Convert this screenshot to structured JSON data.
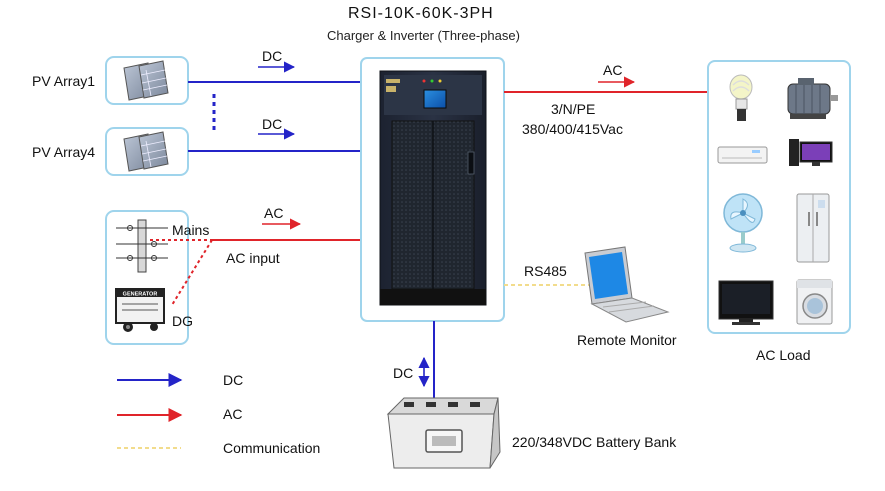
{
  "header": {
    "title": "RSI-10K-60K-3PH",
    "subtitle": "Charger & Inverter (Three-phase)"
  },
  "sources": {
    "pv1_label": "PV Array1",
    "pv4_label": "PV Array4",
    "mains_label": "Mains",
    "dg_label": "DG",
    "generator_plate": "GENERATOR"
  },
  "links": {
    "dc_top": "DC",
    "dc_mid": "DC",
    "ac_in_arrow": "AC",
    "ac_input": "AC input",
    "ac_out_arrow": "AC",
    "ac_spec_1": "3/N/PE",
    "ac_spec_2": "380/400/415Vac",
    "rs485": "RS485",
    "dc_battery": "DC"
  },
  "devices": {
    "remote_monitor": "Remote Monitor",
    "ac_load": "AC Load",
    "battery_bank": "220/348VDC Battery Bank"
  },
  "legend": {
    "dc": "DC",
    "ac": "AC",
    "comm": "Communication"
  },
  "colors": {
    "dc_line": "#2424c8",
    "ac_line": "#e0242a",
    "comm_line": "#f2dc8c",
    "panel_border": "#9fd4ec"
  }
}
